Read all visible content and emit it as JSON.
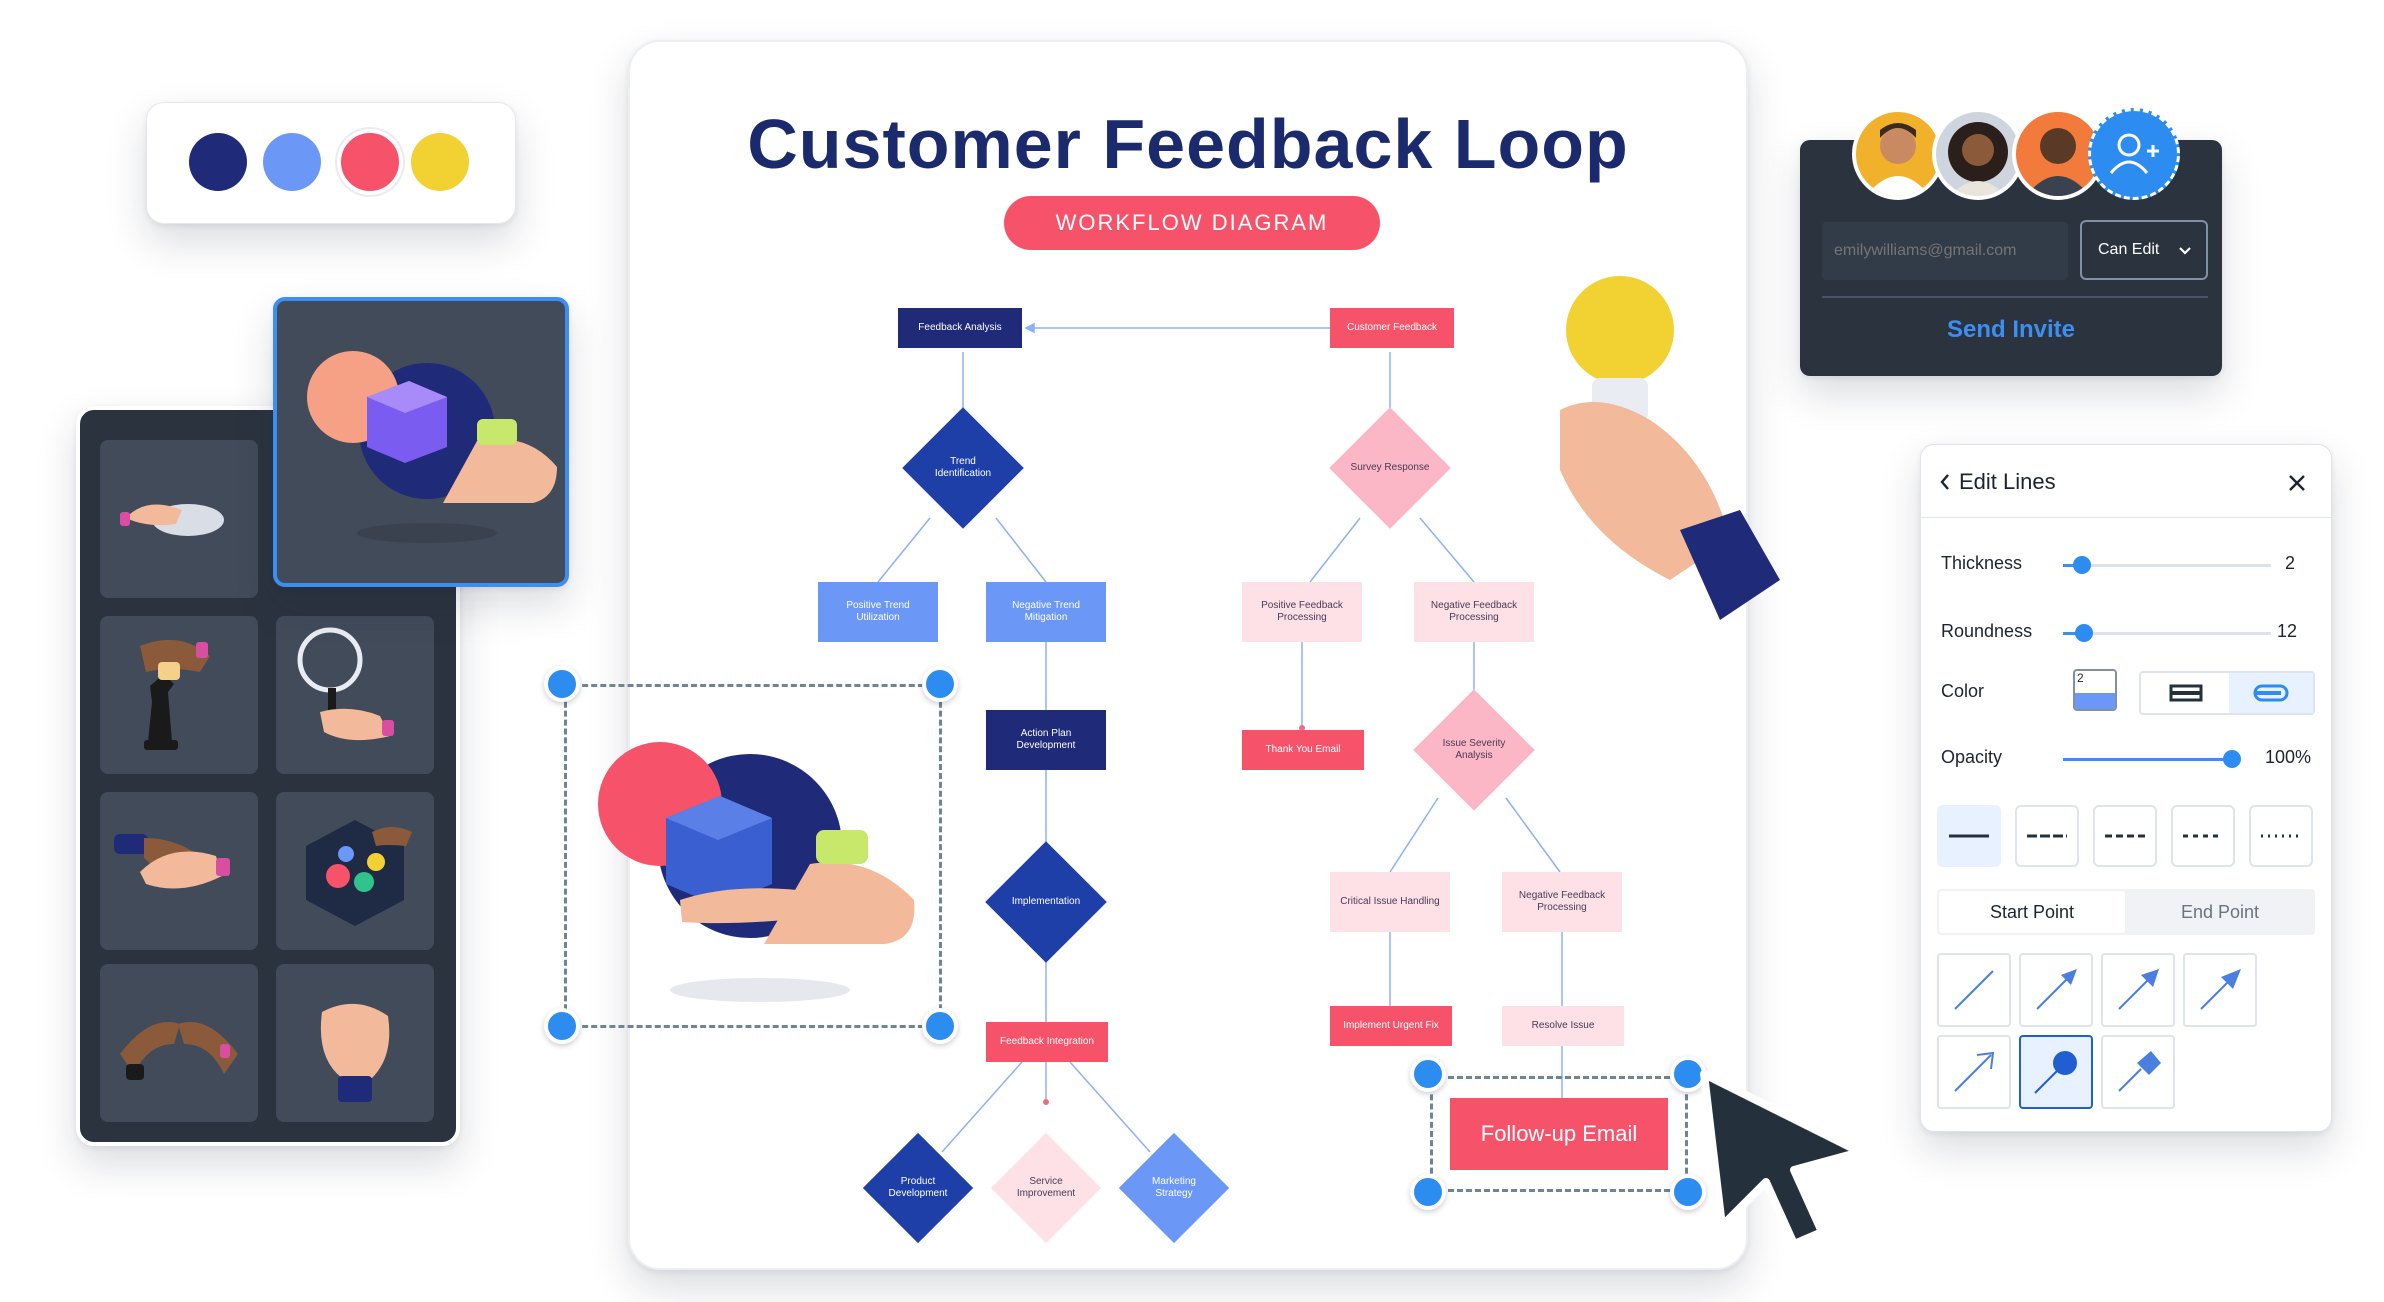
{
  "palette": {
    "colors": [
      "#1f2a78",
      "#6b98f6",
      "#f6536a",
      "#f2d232"
    ]
  },
  "canvas": {
    "title": "Customer Feedback Loop",
    "subtitle": "WORKFLOW DIAGRAM",
    "nodes": {
      "feedback_analysis": "Feedback Analysis",
      "customer_feedback": "Customer Feedback",
      "trend_identification": "Trend Identification",
      "survey_response": "Survey Response",
      "positive_trend": "Positive Trend Utilization",
      "negative_trend": "Negative Trend Mitigation",
      "positive_feedback": "Positive Feedback Processing",
      "negative_feedback": "Negative Feedback Processing",
      "action_plan": "Action Plan Development",
      "thank_you": "Thank You Email",
      "issue_severity": "Issue Severity Analysis",
      "implementation": "Implementation",
      "critical_issue": "Critical Issue Handling",
      "negative_feedback_2": "Negative Feedback Processing",
      "feedback_integration": "Feedback Integration",
      "implement_fix": "Implement Urgent Fix",
      "resolve_issue": "Resolve Issue",
      "product_dev": "Product Development",
      "service_improvement": "Service Improvement",
      "marketing": "Marketing Strategy",
      "followup": "Follow-up Email"
    }
  },
  "invite": {
    "email_placeholder": "emilywilliams@gmail.com",
    "permission": "Can Edit",
    "send_label": "Send Invite"
  },
  "edit_lines": {
    "title": "Edit Lines",
    "thickness_label": "Thickness",
    "thickness_value": "2",
    "roundness_label": "Roundness",
    "roundness_value": "12",
    "color_label": "Color",
    "color_swatch_value": "2",
    "opacity_label": "Opacity",
    "opacity_value": "100%",
    "thickness_level": 0.1,
    "roundness_level": 0.1,
    "opacity_level": 1.0,
    "start_point_label": "Start Point",
    "end_point_label": "End Point"
  }
}
